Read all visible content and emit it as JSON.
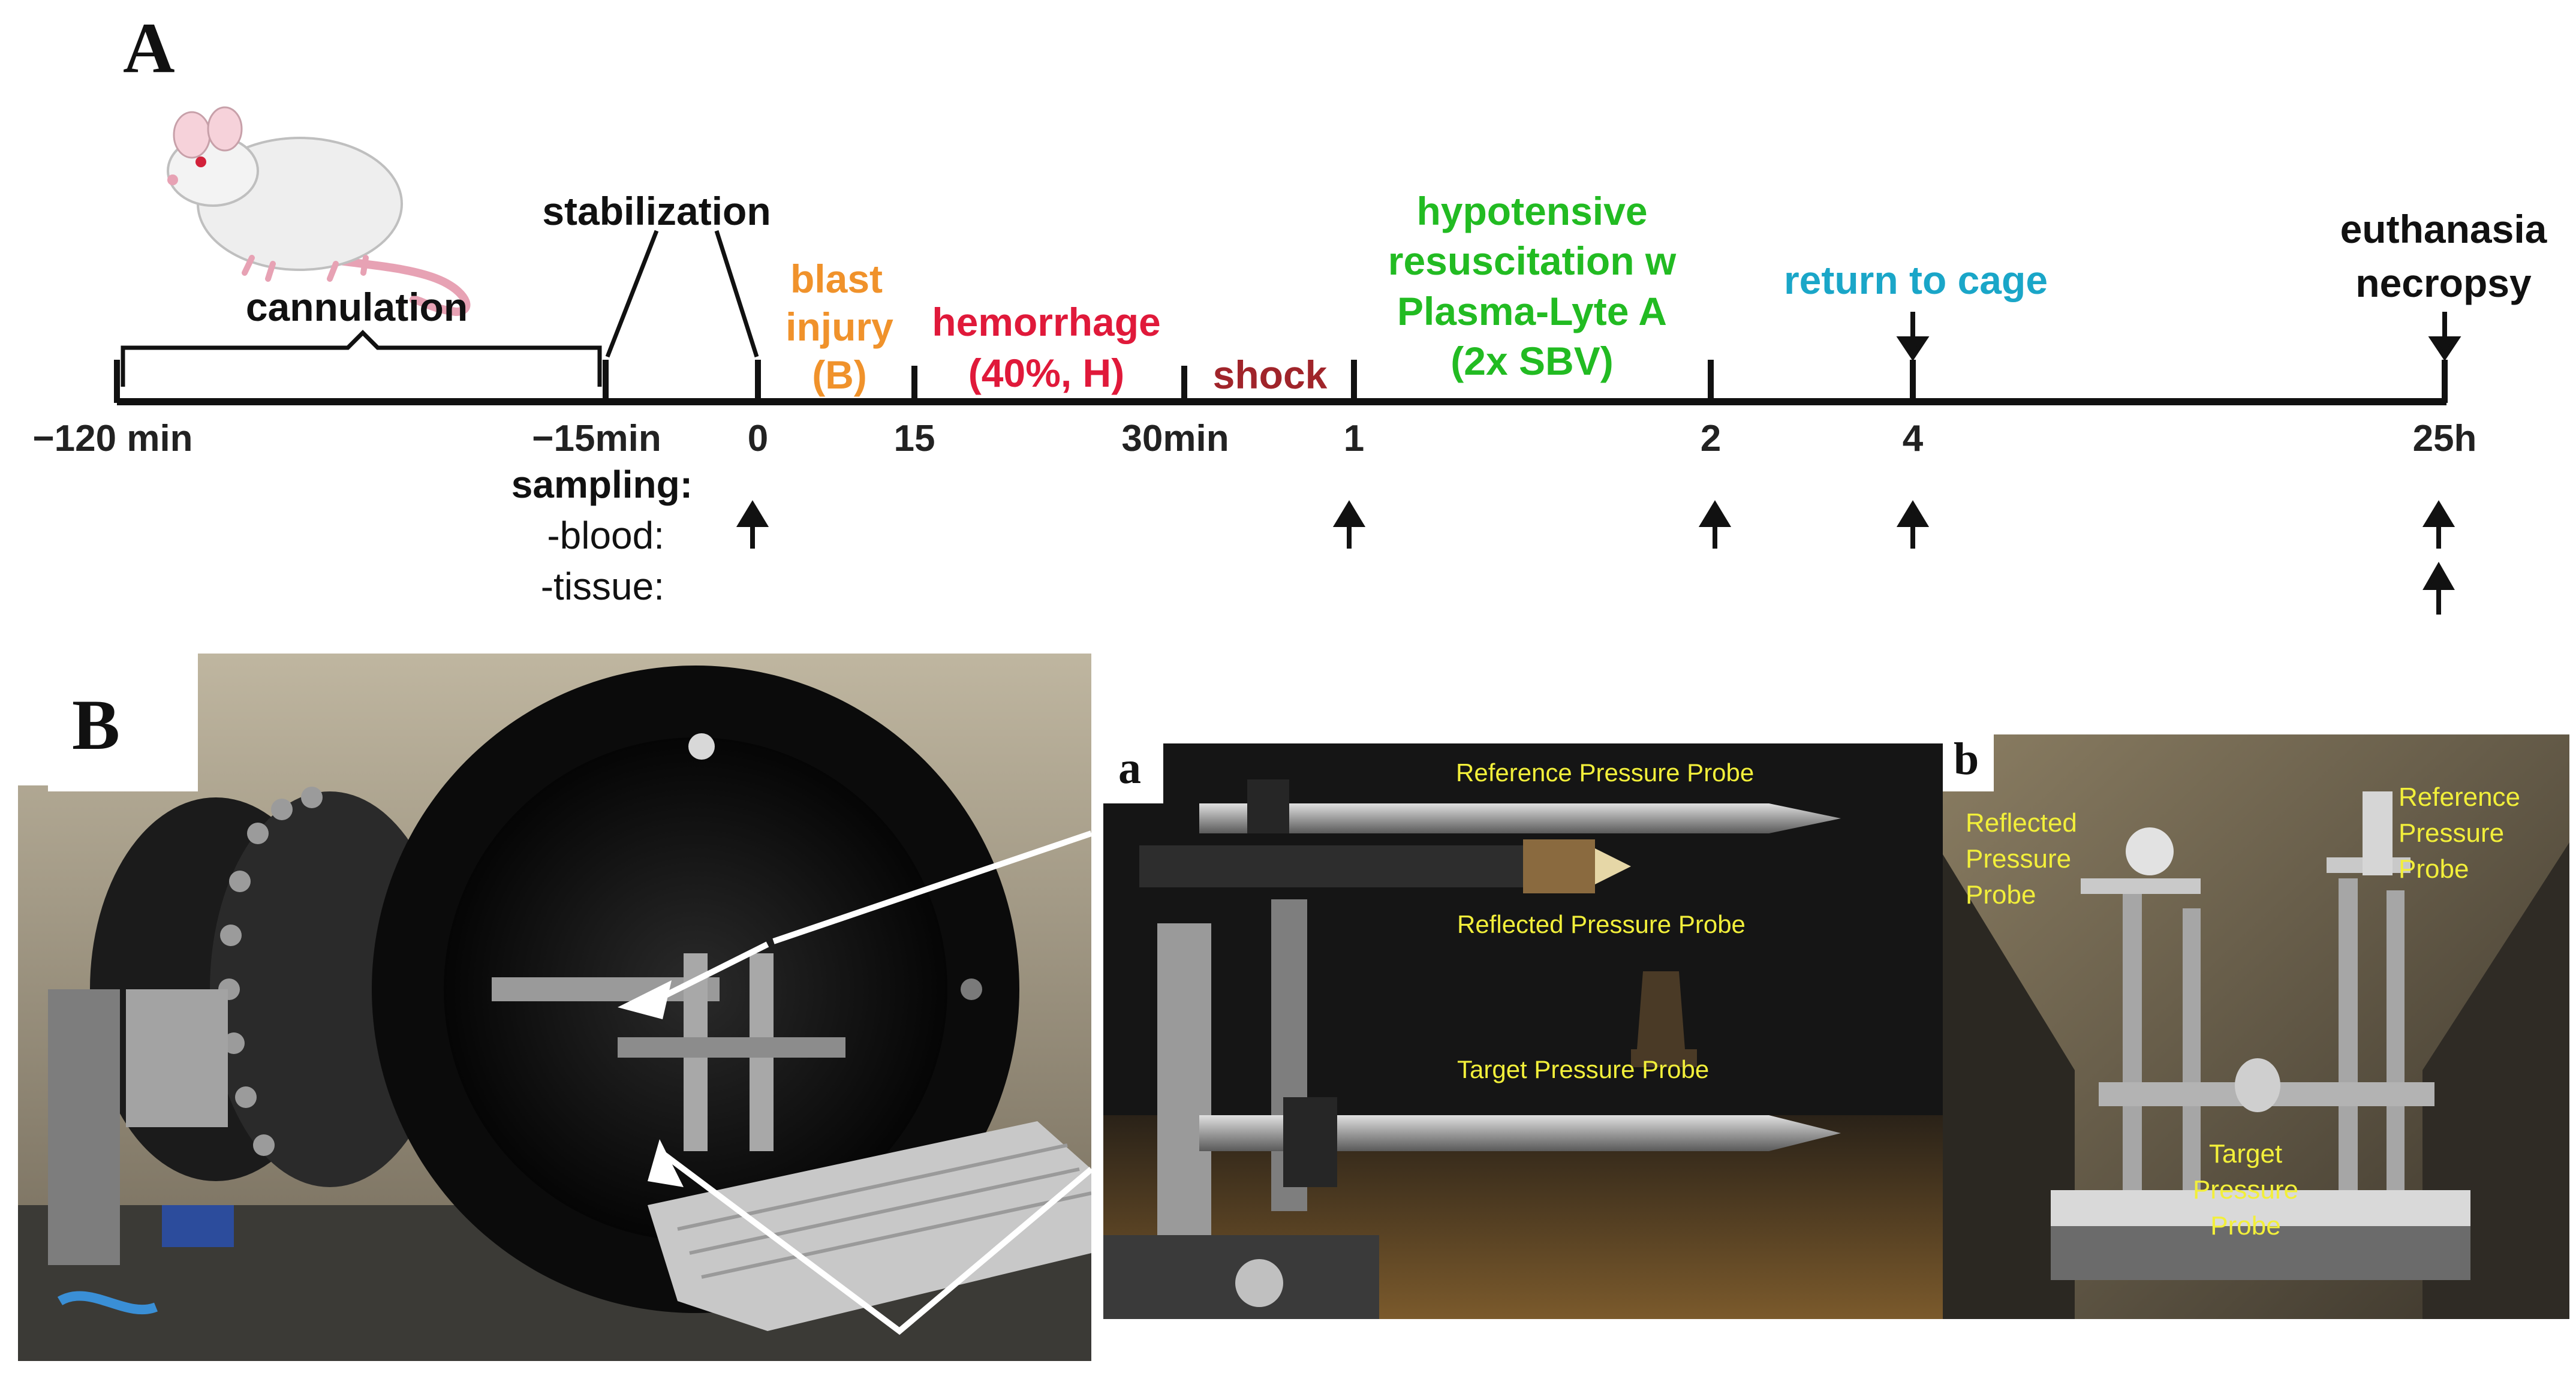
{
  "panel_a": {
    "letter": "A",
    "phases": {
      "cannulation": "cannulation",
      "stabilization": "stabilization",
      "blast_1": "blast",
      "blast_2": "injury",
      "blast_3": "(B)",
      "hemorrhage_1": "hemorrhage",
      "hemorrhage_2": "(40%, H)",
      "shock": "shock",
      "resus_1": "hypotensive",
      "resus_2": "resuscitation w",
      "resus_3": "Plasma-Lyte A",
      "resus_4": "(2x SBV)",
      "return": "return to cage",
      "euth_1": "euthanasia",
      "euth_2": "necropsy"
    },
    "ticks": {
      "t_m120": "−120 min",
      "t_m15": "−15min",
      "t_0": "0",
      "t_15": "15",
      "t_30": "30min",
      "t_1": "1",
      "t_2": "2",
      "t_4": "4",
      "t_25": "25h"
    },
    "sampling": {
      "title": "sampling:",
      "blood": "-blood:",
      "tissue": "-tissue:"
    },
    "colors": {
      "black": "#111111",
      "blast": "#f0922b",
      "hemorrhage": "#e0193a",
      "shock": "#a0242a",
      "resuscitation": "#22bb22",
      "return": "#1aa6c8"
    }
  },
  "panel_b": {
    "letter": "B",
    "sub_a": {
      "letter": "a",
      "reference": "Reference Pressure Probe",
      "reflected": "Reflected Pressure Probe",
      "target": "Target Pressure Probe"
    },
    "sub_b": {
      "letter": "b",
      "reflected_1": "Reflected",
      "reflected_2": "Pressure",
      "reflected_3": "Probe",
      "reference_1": "Reference",
      "reference_2": "Pressure",
      "reference_3": "Probe",
      "target_1": "Target",
      "target_2": "Pressure",
      "target_3": "Probe"
    }
  }
}
